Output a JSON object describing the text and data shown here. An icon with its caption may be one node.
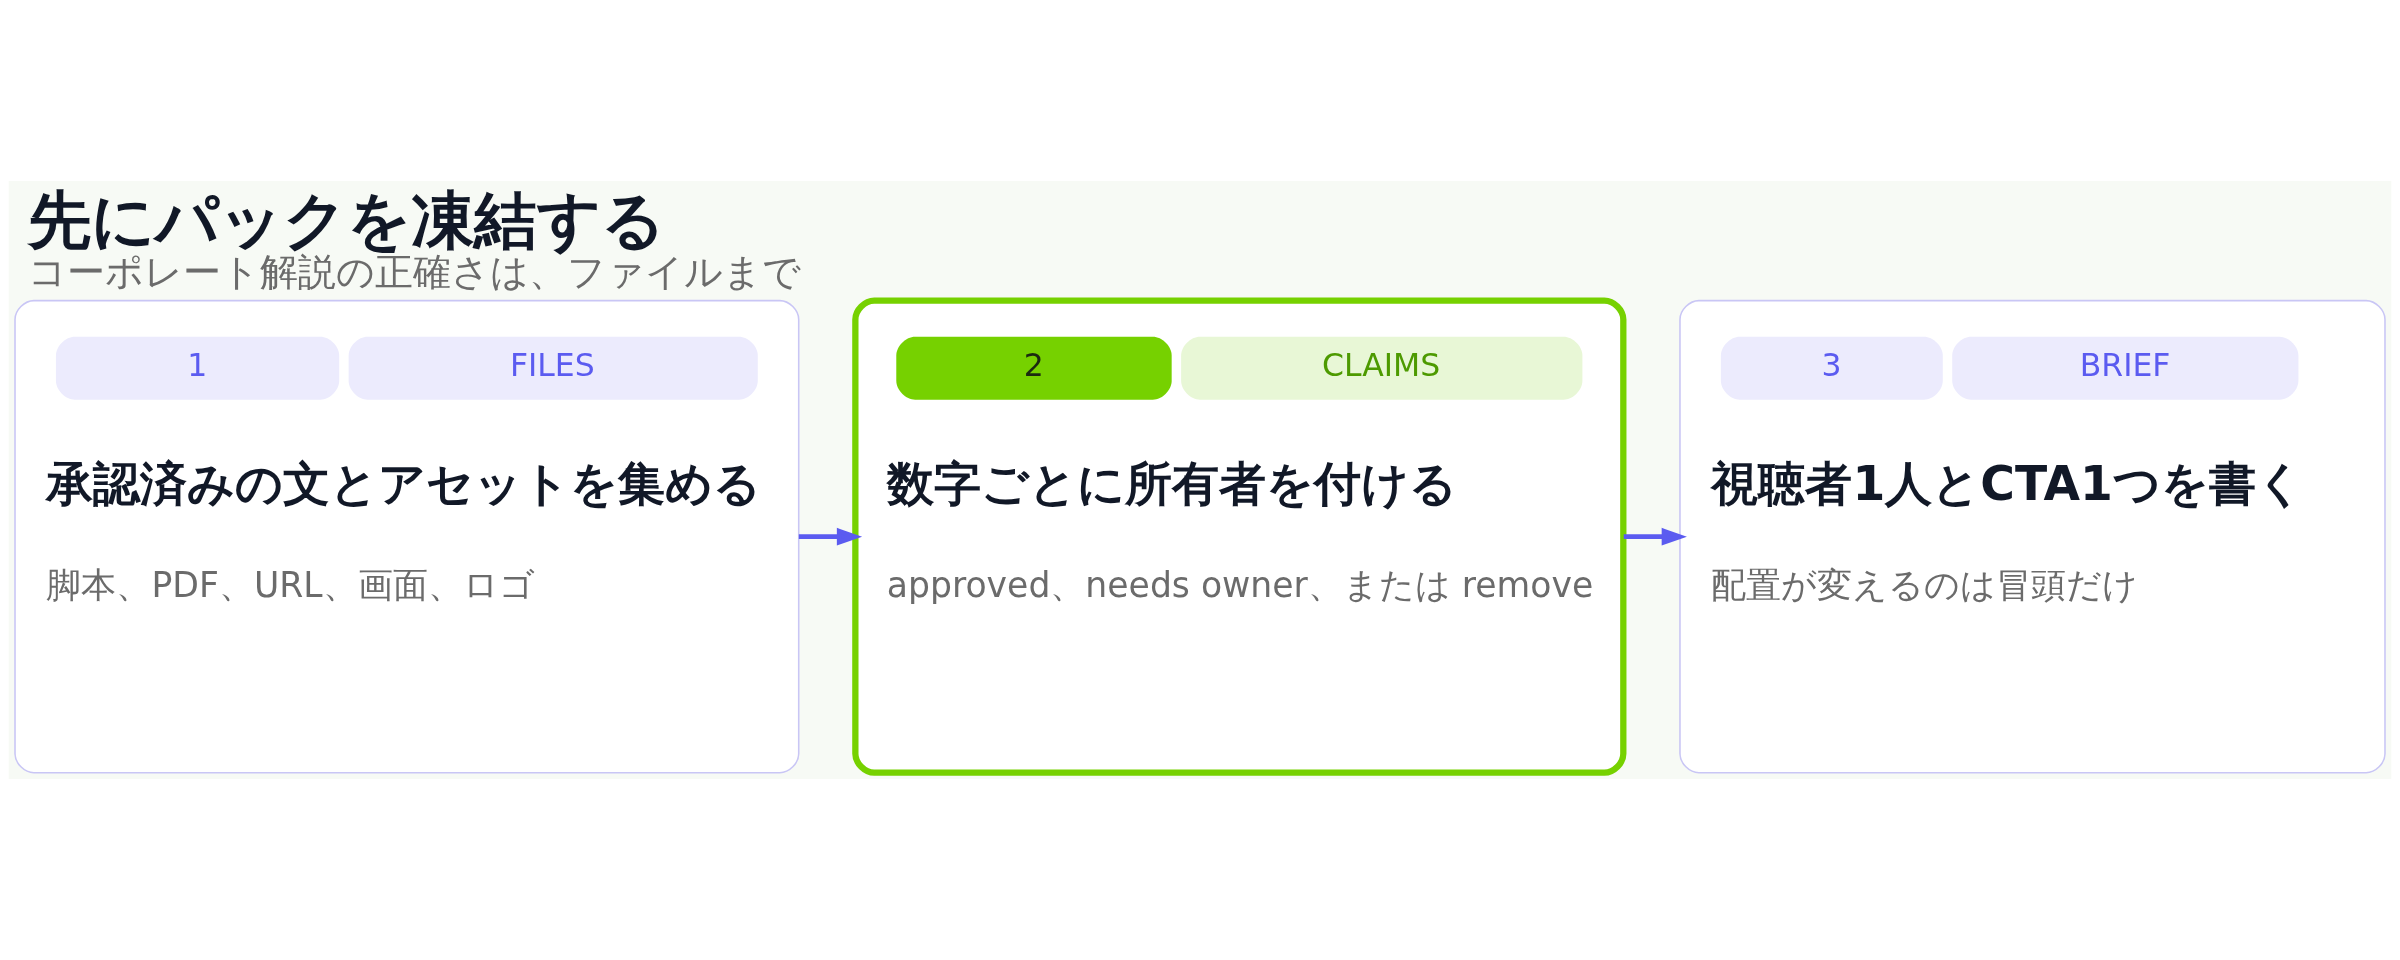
{
  "diagram": {
    "title": "先にパックを凍結する",
    "caption": "コーポレート解説の正確さは、ファイルまで",
    "nodes": [
      {
        "text": [
          "1",
          "FILES",
          "承認済みの文とアセットを集める",
          "脚本、PDF、URL、画面、ロゴ"
        ]
      },
      {
        "text": [
          "2",
          "CLAIMS",
          "数字ごとに所有者を付ける",
          "approved、needs owner、または remove"
        ]
      },
      {
        "text": [
          "3",
          "BRIEF",
          "視聴者1人とCTA1つを書く",
          "配置が変えるのは冒頭だけ"
        ]
      }
    ],
    "edges": [
      {
        "from": 0,
        "to": 1,
        "arrow": "to"
      },
      {
        "from": 1,
        "to": 2,
        "arrow": "to"
      }
    ]
  }
}
